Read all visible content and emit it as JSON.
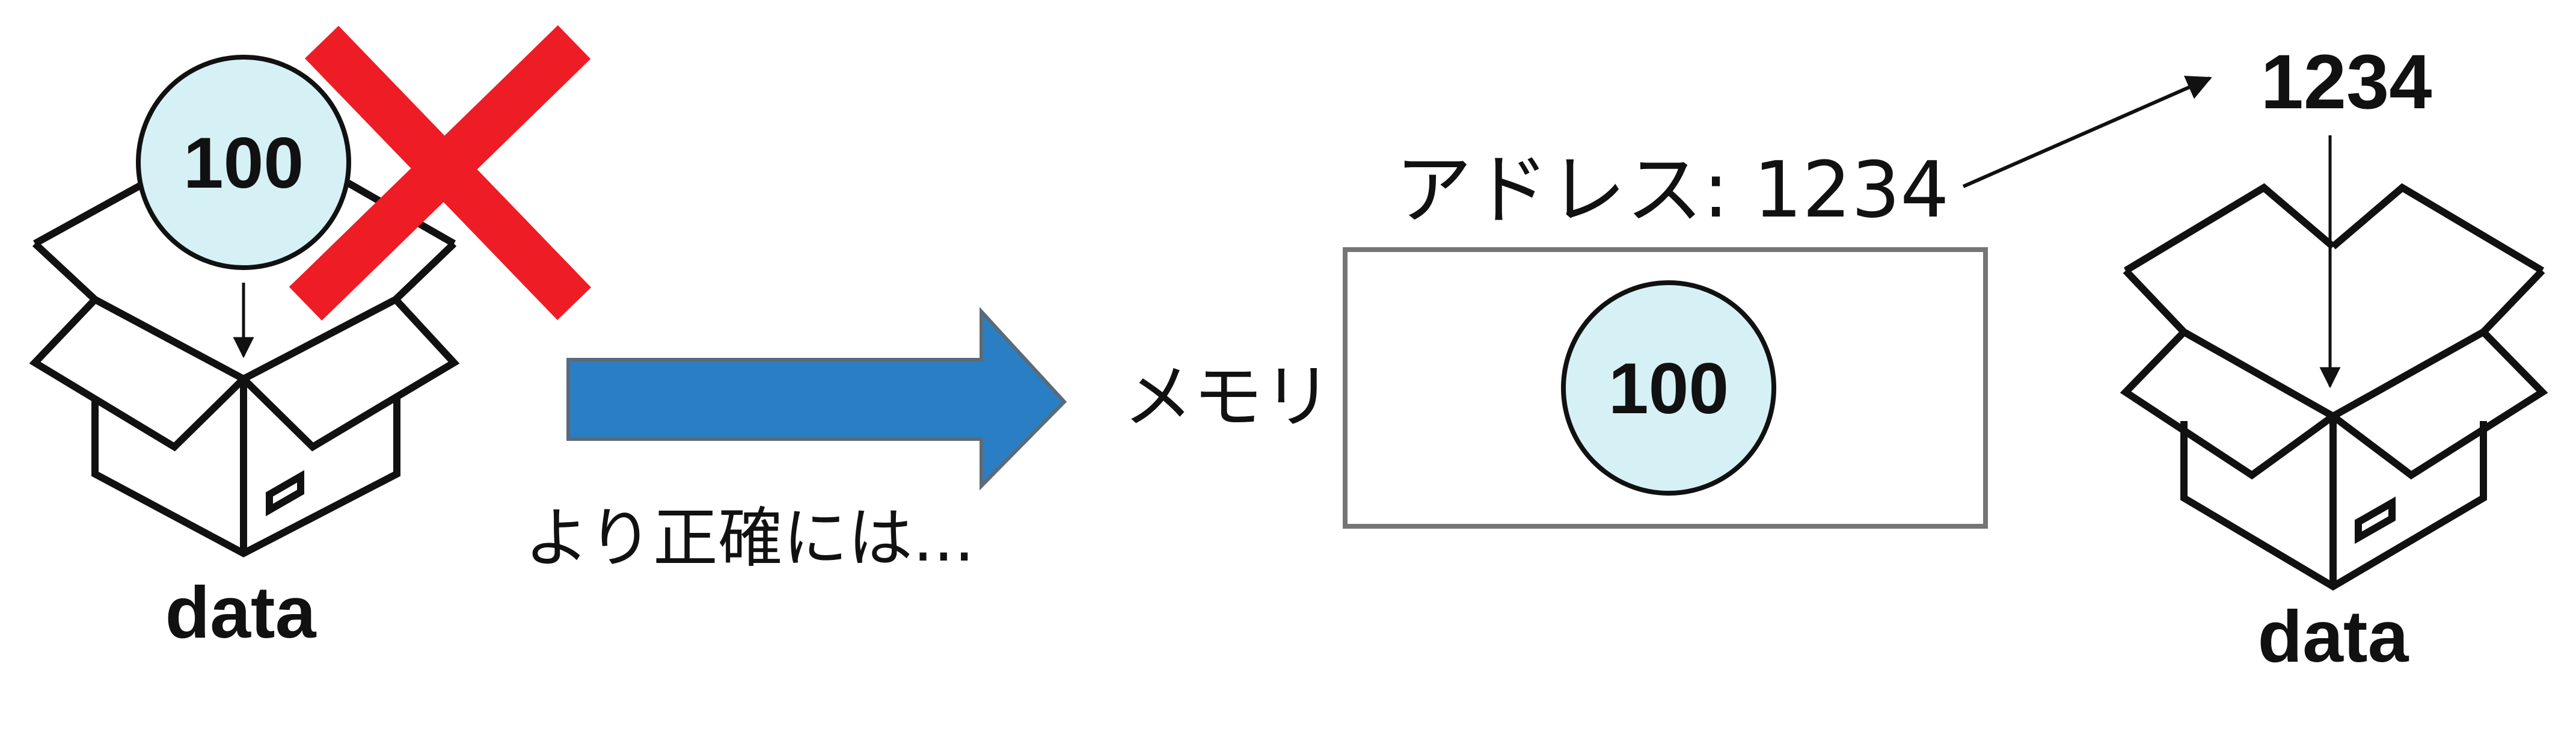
{
  "left_box": {
    "value_label": "100",
    "caption": "data"
  },
  "transition": {
    "caption": "より正確には..."
  },
  "memory": {
    "label": "メモリ",
    "address_label": "アドレス: 1234",
    "value_label": "100"
  },
  "right_box": {
    "address_value": "1234",
    "caption": "data"
  },
  "colors": {
    "circle_fill": "#d6f1f5",
    "cross": "#ee1c25",
    "arrow_fill": "#2a7ec3",
    "arrow_stroke": "#5a6b78",
    "memory_border": "#757575",
    "line": "#111111"
  }
}
